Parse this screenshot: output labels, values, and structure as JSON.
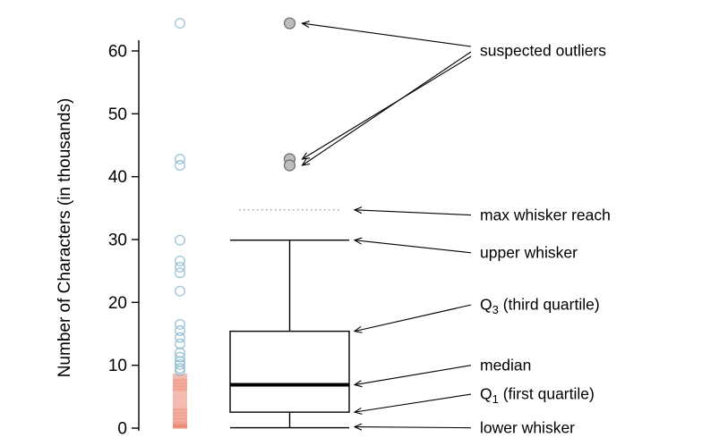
{
  "chart_data": {
    "type": "boxplot",
    "title": "",
    "ylabel": "Number of Characters (in thousands)",
    "ylim": [
      0,
      66
    ],
    "yticks": [
      0,
      10,
      20,
      30,
      40,
      50,
      60
    ],
    "grid": false,
    "colors": {
      "point_circle": "#8fbcd4",
      "point_dash": "#e8735c",
      "outlier_fill": "#bdbdbd",
      "outlier_stroke": "#696969",
      "reach_line": "#999999",
      "box": "#000000",
      "arrow": "#000000"
    },
    "box": {
      "lower_whisker": 0.06,
      "q1": 2.54,
      "median": 6.89,
      "q3": 15.41,
      "upper_whisker": 29.9,
      "max_whisker_reach": 34.72
    },
    "outliers": [
      64.4,
      42.8,
      41.8
    ],
    "points": {
      "circles": [
        64.4,
        42.8,
        41.8,
        29.9,
        26.6,
        25.6,
        24.7,
        21.8,
        16.5,
        15.5,
        14.4,
        13.4,
        12.0,
        11.3,
        10.6,
        10.1,
        9.5,
        9.1
      ],
      "dashes": [
        8.5,
        8.2,
        7.9,
        7.7,
        7.5,
        7.3,
        7.1,
        6.9,
        6.7,
        6.5,
        6.3,
        6.1,
        5.9,
        5.6,
        5.3,
        5.0,
        4.7,
        4.4,
        4.1,
        3.8,
        3.5,
        3.2,
        3.0,
        2.8,
        2.6,
        2.4,
        2.2,
        2.0,
        1.8,
        1.6,
        1.4,
        1.2,
        1.0,
        0.8,
        0.64,
        0.5,
        0.38,
        0.26,
        0.15,
        0.06
      ]
    },
    "annotations": [
      {
        "pre": "suspected outliers",
        "sub": "",
        "post": "",
        "label_value": 60.0,
        "target": "outliers",
        "targets": [
          64.4,
          42.8,
          41.8
        ],
        "start_offsets": [
          -5,
          6,
          1
        ]
      },
      {
        "pre": "max whisker reach",
        "sub": "",
        "post": "",
        "label_value": 33.9,
        "target": "box",
        "targets": [
          34.72
        ]
      },
      {
        "pre": "upper whisker",
        "sub": "",
        "post": "",
        "label_value": 27.9,
        "target": "box",
        "targets": [
          29.9
        ]
      },
      {
        "pre": "Q",
        "sub": "3",
        "post": " (third quartile)",
        "label_value": 19.6,
        "target": "box",
        "targets": [
          15.41
        ]
      },
      {
        "pre": "median",
        "sub": "",
        "post": "",
        "label_value": 10.0,
        "target": "box",
        "targets": [
          6.89
        ]
      },
      {
        "pre": "Q",
        "sub": "1",
        "post": " (first quartile)",
        "label_value": 5.4,
        "target": "box",
        "targets": [
          2.54
        ]
      },
      {
        "pre": "lower whisker",
        "sub": "",
        "post": "",
        "label_value": 0.05,
        "target": "box",
        "targets": [
          0.2
        ]
      }
    ]
  }
}
